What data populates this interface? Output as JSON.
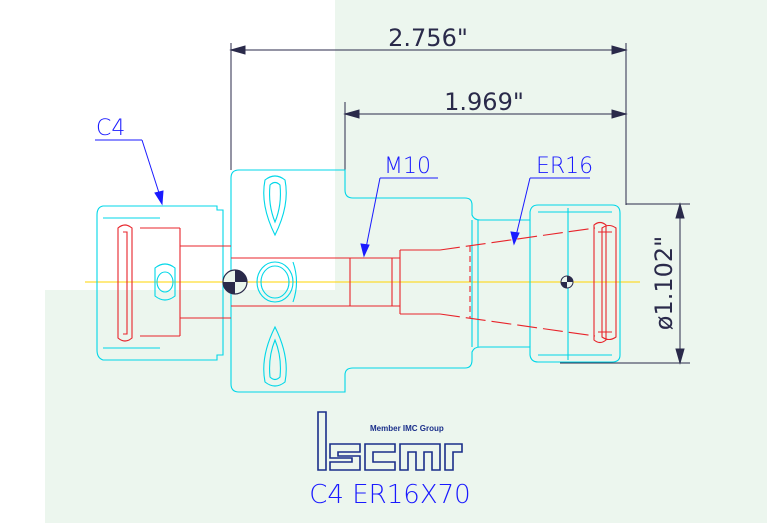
{
  "dimensions": {
    "overall_length": "2.756\"",
    "collet_length": "1.969\"",
    "diameter": "ø1.102\""
  },
  "callouts": {
    "shank": "C4",
    "thread": "M10",
    "collet": "ER16"
  },
  "logo": {
    "tagline": "Member IMC Group",
    "brand": "iscar"
  },
  "product_code": "C4 ER16X70",
  "colors": {
    "outline": "#00d7e8",
    "internal": "#e8242b",
    "dimension": "#2a2a4a",
    "callout": "#1a1aff",
    "centerline": "#ffd400"
  }
}
